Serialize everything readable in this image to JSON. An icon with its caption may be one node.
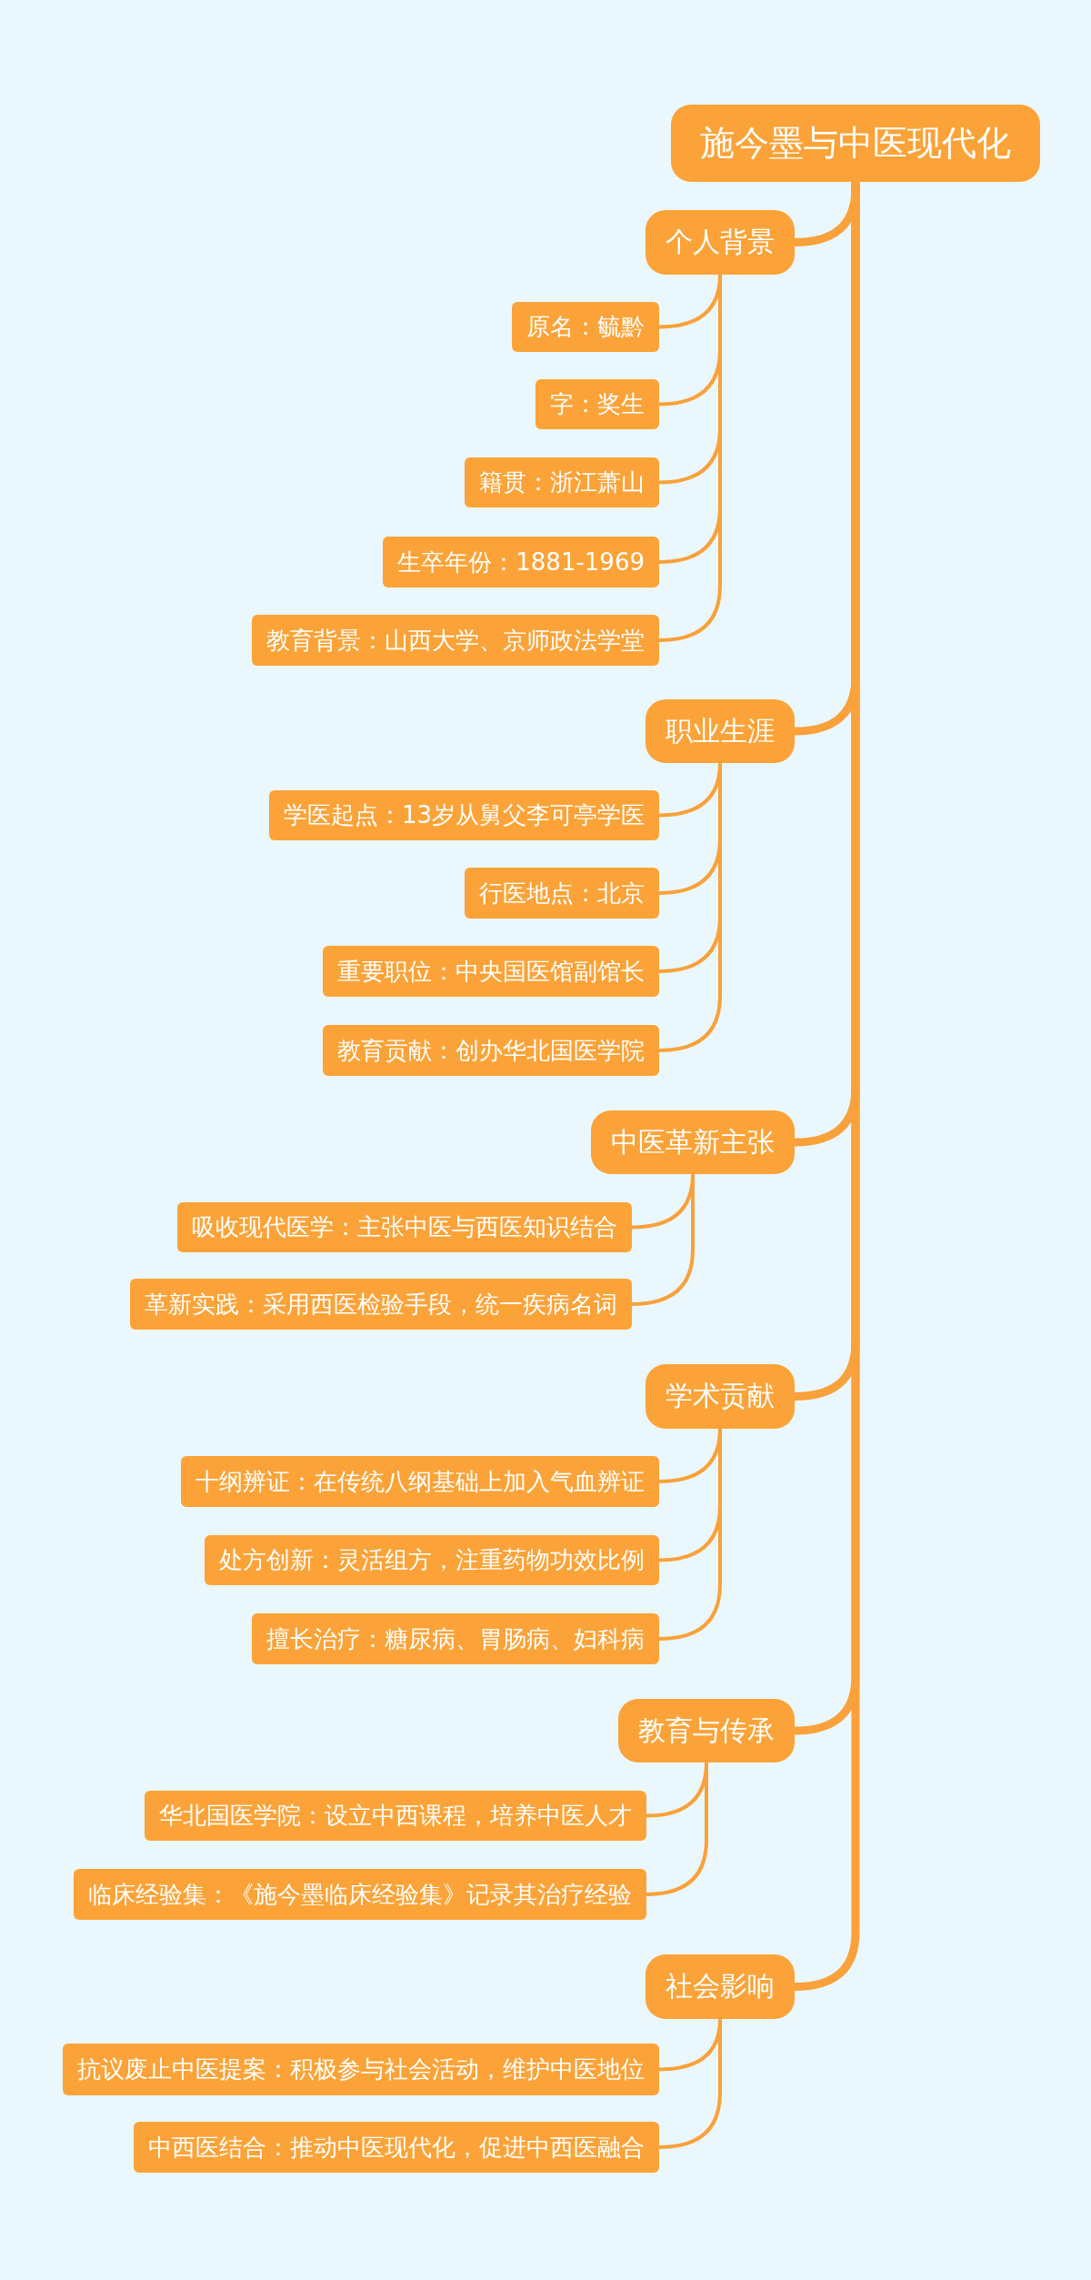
{
  "diagram": {
    "nodes": [
      {
        "text": [
          "施今墨与中医现代化"
        ]
      },
      {
        "text": [
          "个人背景"
        ]
      },
      {
        "text": [
          "原名：毓黔"
        ]
      },
      {
        "text": [
          "字：奖生"
        ]
      },
      {
        "text": [
          "籍贯：浙江萧山"
        ]
      },
      {
        "text": [
          "生卒年份：1881-1969"
        ]
      },
      {
        "text": [
          "教育背景：山西大学、京师政法学堂"
        ]
      },
      {
        "text": [
          "职业生涯"
        ]
      },
      {
        "text": [
          "学医起点：13岁从舅父李可亭学医"
        ]
      },
      {
        "text": [
          "行医地点：北京"
        ]
      },
      {
        "text": [
          "重要职位：中央国医馆副馆长"
        ]
      },
      {
        "text": [
          "教育贡献：创办华北国医学院"
        ]
      },
      {
        "text": [
          "中医革新主张"
        ]
      },
      {
        "text": [
          "吸收现代医学：主张中医与西医知识结合"
        ]
      },
      {
        "text": [
          "革新实践：采用西医检验手段，统一疾病名词"
        ]
      },
      {
        "text": [
          "学术贡献"
        ]
      },
      {
        "text": [
          "十纲辨证：在传统八纲基础上加入气血辨证"
        ]
      },
      {
        "text": [
          "处方创新：灵活组方，注重药物功效比例"
        ]
      },
      {
        "text": [
          "擅长治疗：糖尿病、胃肠病、妇科病"
        ]
      },
      {
        "text": [
          "教育与传承"
        ]
      },
      {
        "text": [
          "华北国医学院：设立中西课程，培养中医人才"
        ]
      },
      {
        "text": [
          "临床经验集：《施今墨临床经验集》记录其治疗经验"
        ]
      },
      {
        "text": [
          "社会影响"
        ]
      },
      {
        "text": [
          "抗议废止中医提案：积极参与社会活动，维护中医地位"
        ]
      },
      {
        "text": [
          "中西医结合：推动中医现代化，促进中西医融合"
        ]
      }
    ],
    "edges": [
      {
        "from": 0,
        "to": 1,
        "arrow": "none",
        "style": "thick"
      },
      {
        "from": 1,
        "to": 2,
        "arrow": "none"
      },
      {
        "from": 1,
        "to": 3,
        "arrow": "none"
      },
      {
        "from": 1,
        "to": 4,
        "arrow": "none"
      },
      {
        "from": 1,
        "to": 5,
        "arrow": "none"
      },
      {
        "from": 1,
        "to": 6,
        "arrow": "none"
      },
      {
        "from": 0,
        "to": 7,
        "arrow": "none",
        "style": "thick"
      },
      {
        "from": 7,
        "to": 8,
        "arrow": "none"
      },
      {
        "from": 7,
        "to": 9,
        "arrow": "none"
      },
      {
        "from": 7,
        "to": 10,
        "arrow": "none"
      },
      {
        "from": 7,
        "to": 11,
        "arrow": "none"
      },
      {
        "from": 0,
        "to": 12,
        "arrow": "none",
        "style": "thick"
      },
      {
        "from": 12,
        "to": 13,
        "arrow": "none"
      },
      {
        "from": 12,
        "to": 14,
        "arrow": "none"
      },
      {
        "from": 0,
        "to": 15,
        "arrow": "none",
        "style": "thick"
      },
      {
        "from": 15,
        "to": 16,
        "arrow": "none"
      },
      {
        "from": 15,
        "to": 17,
        "arrow": "none"
      },
      {
        "from": 15,
        "to": 18,
        "arrow": "none"
      },
      {
        "from": 0,
        "to": 19,
        "arrow": "none",
        "style": "thick"
      },
      {
        "from": 19,
        "to": 20,
        "arrow": "none"
      },
      {
        "from": 19,
        "to": 21,
        "arrow": "none"
      },
      {
        "from": 0,
        "to": 22,
        "arrow": "none",
        "style": "thick"
      },
      {
        "from": 22,
        "to": 23,
        "arrow": "none"
      },
      {
        "from": 22,
        "to": 24,
        "arrow": "none"
      }
    ]
  }
}
